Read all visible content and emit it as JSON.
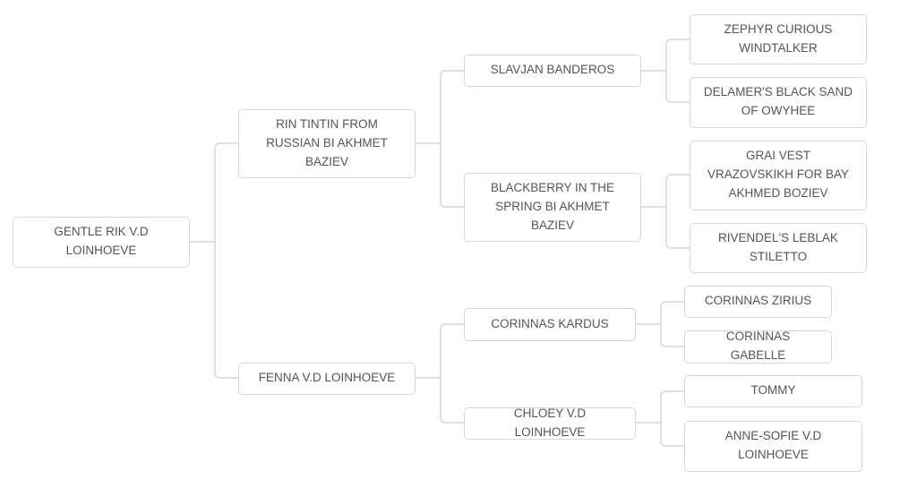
{
  "pedigree": {
    "subject": "GENTLE RIK V.D LOINHOEVE",
    "sire": "RIN TINTIN FROM RUSSIAN BI AKHMET BAZIEV",
    "dam": "FENNA V.D LOINHOEVE",
    "sire_sire": "SLAVJAN BANDEROS",
    "sire_dam": "BLACKBERRY IN THE SPRING BI AKHMET BAZIEV",
    "dam_sire": "CORINNAS KARDUS",
    "dam_dam": "CHLOEY V.D LOINHOEVE",
    "ss_sire": "ZEPHYR CURIOUS WINDTALKER",
    "ss_dam": "DELAMER'S BLACK SAND OF OWYHEE",
    "sd_sire": "GRAI VEST VRAZOVSKIKH FOR BAY AKHMED BOZIEV",
    "sd_dam": "RIVENDEL'S LEBLAK STILETTO",
    "ds_sire": "CORINNAS ZIRIUS",
    "ds_dam": "CORINNAS GABELLE",
    "dd_sire": "TOMMY",
    "dd_dam": "ANNE-SOFIE V.D LOINHOEVE"
  },
  "colors": {
    "border": "#d6d6d6",
    "line": "#d6d6d6",
    "text": "#555555"
  }
}
